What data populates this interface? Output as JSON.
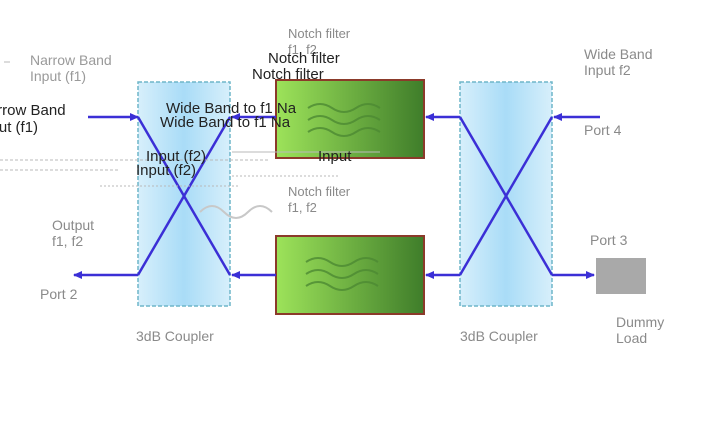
{
  "colors": {
    "arrow": "#3b2fd6",
    "coupler_fill_center": "#a9dcf7",
    "coupler_fill_edge": "#d7effb",
    "coupler_border": "#6fb6c9",
    "filter_light": "#9de35a",
    "filter_dark": "#3f7d2a",
    "filter_border": "#8b3a2a"
  },
  "labels": {
    "narrow_band_input": "Narrow Band\nInput (f1)",
    "narrow_band_input_echo": "Narrow Band\nInput (f1)",
    "wide_band_to_f1_na": "Wide Band to f1 Na",
    "wide_band_to_f1_na_echo": "Wide Band to f1 Na",
    "input_f2": "Input (f2)",
    "input_f2_echo": "Input (f2)",
    "notch_filter": "Notch filter",
    "notch_filter_echo": "Notch filter",
    "notch_filter_top": "Notch filter\nf1, f2",
    "notch_filter_bottom": "Notch filter\nf1, f2",
    "output": "Output\nf1, f2",
    "port_2": "Port 2",
    "port_3": "Port 3",
    "port_4": "Port 4",
    "wide_band_input": "Wide Band\nInput f2",
    "dummy_load": "Dummy\nLoad",
    "coupler_left": "3dB Coupler",
    "coupler_right": "3dB Coupler",
    "input_word": "Input"
  }
}
